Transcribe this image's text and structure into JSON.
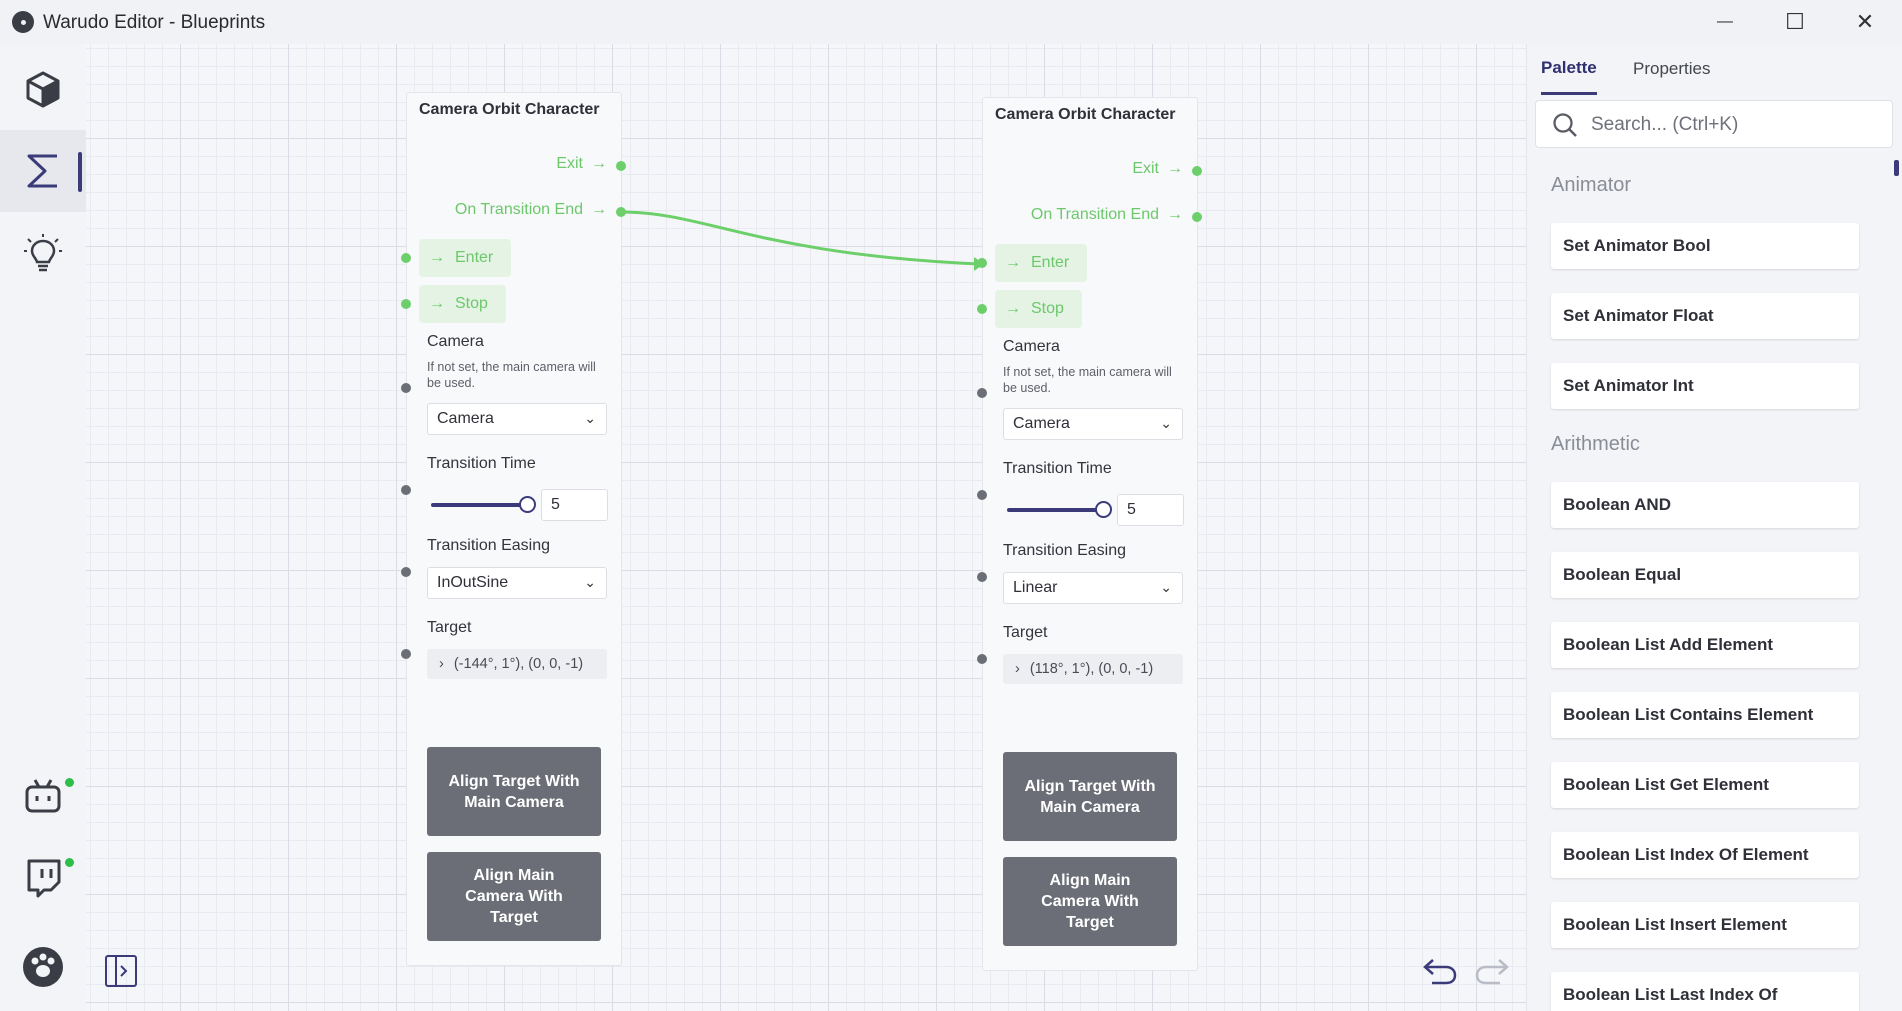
{
  "window": {
    "title": "Warudo Editor - Blueprints",
    "controls": {
      "minimize": "—",
      "maximize": "☐",
      "close": "✕"
    }
  },
  "sidebar": {
    "items": [
      {
        "icon": "cube-icon"
      },
      {
        "icon": "sigma-icon",
        "active": true
      },
      {
        "icon": "lightbulb-icon"
      },
      {
        "icon": "bot-icon",
        "status": "online"
      },
      {
        "icon": "twitch-icon",
        "status": "online"
      },
      {
        "icon": "paw-settings-icon"
      }
    ]
  },
  "canvas": {
    "toolbar": {
      "collapse_icon": "sidebar-toggle-icon",
      "undo_icon": "undo-icon",
      "redo_icon": "redo-icon"
    },
    "nodes": [
      {
        "title": "Camera Orbit Character",
        "outputs": [
          "Exit",
          "On Transition End"
        ],
        "inputs": [
          "Enter",
          "Stop"
        ],
        "camera_label": "Camera",
        "camera_hint": "If not set, the main camera will be used.",
        "camera_value": "Camera",
        "transition_time_label": "Transition Time",
        "transition_time_value": "5",
        "transition_time_slider": 1.0,
        "transition_easing_label": "Transition Easing",
        "transition_easing_value": "InOutSine",
        "target_label": "Target",
        "target_value": "(-144°, 1°), (0, 0, -1)",
        "button_align_target": "Align Target With Main Camera",
        "button_align_camera": "Align Main Camera With Target"
      },
      {
        "title": "Camera Orbit Character",
        "outputs": [
          "Exit",
          "On Transition End"
        ],
        "inputs": [
          "Enter",
          "Stop"
        ],
        "camera_label": "Camera",
        "camera_hint": "If not set, the main camera will be used.",
        "camera_value": "Camera",
        "transition_time_label": "Transition Time",
        "transition_time_value": "5",
        "transition_time_slider": 1.0,
        "transition_easing_label": "Transition Easing",
        "transition_easing_value": "Linear",
        "target_label": "Target",
        "target_value": "(118°, 1°), (0, 0, -1)",
        "button_align_target": "Align Target With Main Camera",
        "button_align_camera": "Align Main Camera With Target"
      }
    ],
    "connections": [
      {
        "from": "node0.On Transition End",
        "to": "node1.Enter"
      }
    ],
    "colors": {
      "flow": "#6ccf6a",
      "accent": "#3b3b7a",
      "button": "#6b6e76"
    }
  },
  "palette": {
    "tabs": [
      {
        "label": "Palette",
        "active": true
      },
      {
        "label": "Properties",
        "active": false
      }
    ],
    "search_placeholder": "Search... (Ctrl+K)",
    "categories": [
      {
        "name": "Animator",
        "items": [
          "Set Animator Bool",
          "Set Animator Float",
          "Set Animator Int"
        ]
      },
      {
        "name": "Arithmetic",
        "items": [
          "Boolean AND",
          "Boolean Equal",
          "Boolean List Add Element",
          "Boolean List Contains Element",
          "Boolean List Get Element",
          "Boolean List Index Of Element",
          "Boolean List Insert Element",
          "Boolean List Last Index Of"
        ]
      }
    ]
  }
}
